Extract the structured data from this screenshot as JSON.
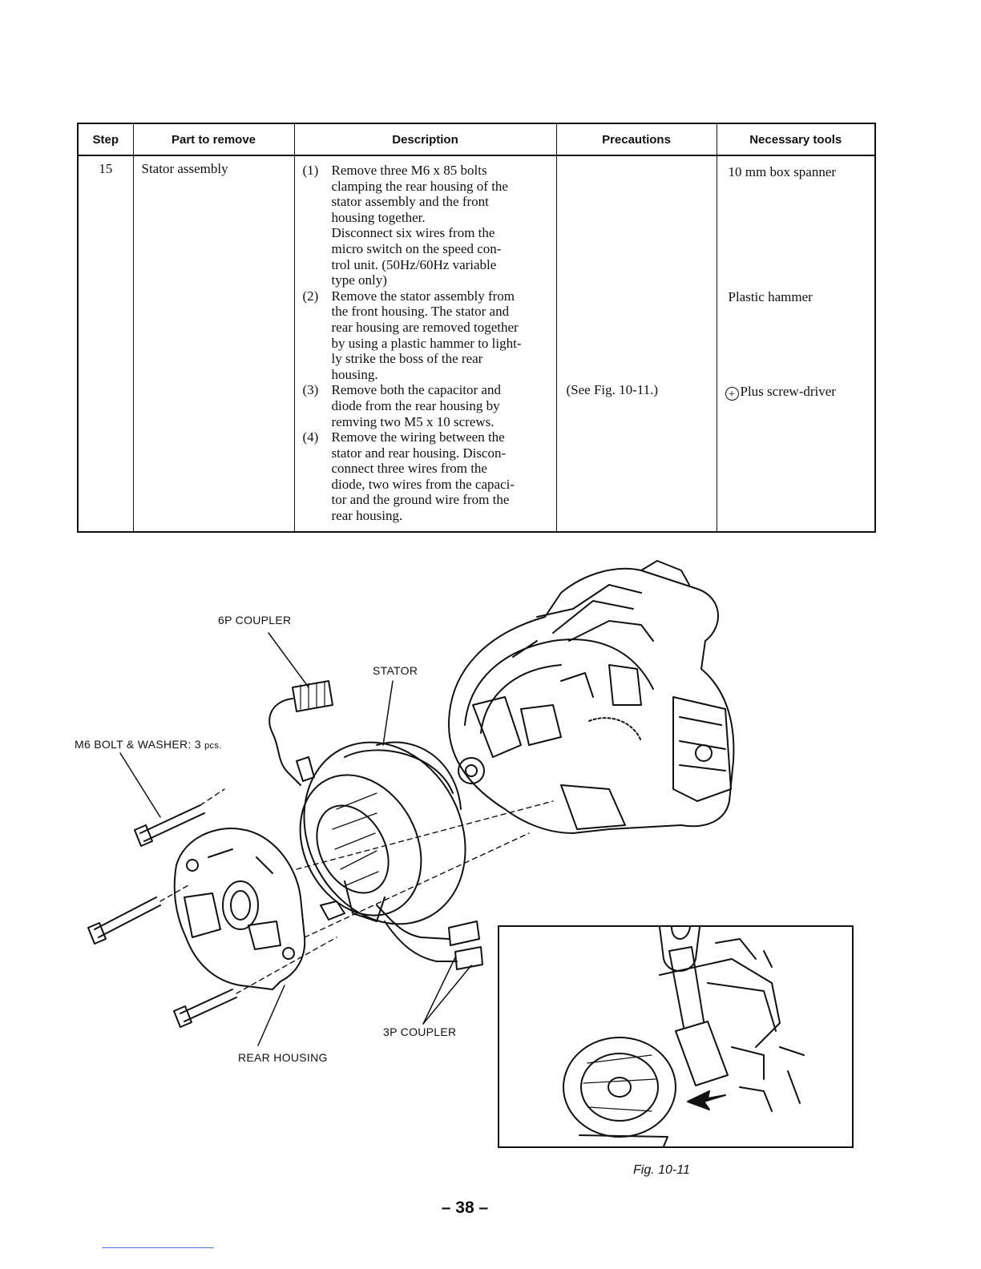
{
  "table": {
    "headers": {
      "step": "Step",
      "part": "Part to remove",
      "description": "Description",
      "precautions": "Precautions",
      "tools": "Necessary tools"
    },
    "row": {
      "step": "15",
      "part": "Stator assembly",
      "description": [
        {
          "num": "(1)",
          "text": "Remove three M6 x 85 bolts\nclamping the rear housing of the\nstator assembly and the front\nhousing together.\nDisconnect six wires from the\nmicro switch on the speed con-\ntrol unit. (50Hz/60Hz variable\ntype only)"
        },
        {
          "num": "(2)",
          "text": "Remove the stator assembly from\nthe front housing. The stator and\nrear housing are removed together\nby using a plastic hammer to light-\nly strike the boss of the rear\nhousing."
        },
        {
          "num": "(3)",
          "text": "Remove both the capacitor and\ndiode from the rear housing by\nremving two M5 x 10 screws."
        },
        {
          "num": "(4)",
          "text": "Remove the wiring between the\nstator and rear housing. Discon-\nconnect three wires from the\ndiode, two wires from the capaci-\ntor and the ground wire from the\nrear housing."
        }
      ],
      "precaution": "(See Fig. 10-11.)",
      "tools": {
        "tool_1": "10 mm box spanner",
        "tool_2": "Plastic hammer",
        "tool_3_symbol": "+",
        "tool_3": "Plus screw-driver"
      }
    }
  },
  "figure": {
    "labels": {
      "coupler_6p": "6P COUPLER",
      "stator": "STATOR",
      "bolt_washer": "M6 BOLT & WASHER: 3",
      "bolt_washer_unit": "pcs.",
      "rear_housing": "REAR HOUSING",
      "coupler_3p": "3P COUPLER"
    },
    "caption": "Fig. 10-11"
  },
  "page_number": "– 38 –"
}
